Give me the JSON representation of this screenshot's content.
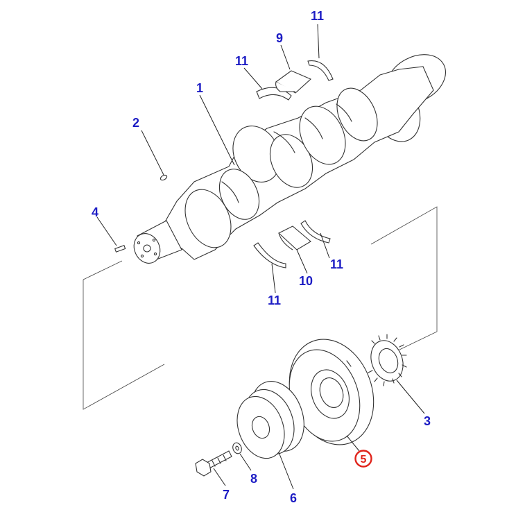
{
  "callouts": [
    {
      "id": "c1",
      "label": "1"
    },
    {
      "id": "c2",
      "label": "2"
    },
    {
      "id": "c3",
      "label": "3"
    },
    {
      "id": "c4",
      "label": "4"
    },
    {
      "id": "c5",
      "label": "5",
      "highlighted": true
    },
    {
      "id": "c6",
      "label": "6"
    },
    {
      "id": "c7",
      "label": "7"
    },
    {
      "id": "c8",
      "label": "8"
    },
    {
      "id": "c9",
      "label": "9"
    },
    {
      "id": "c10",
      "label": "10"
    },
    {
      "id": "c11a",
      "label": "11"
    },
    {
      "id": "c11b",
      "label": "11"
    },
    {
      "id": "c11c",
      "label": "11"
    },
    {
      "id": "c11d",
      "label": "11"
    }
  ],
  "colors": {
    "callout": "#1c1cc4",
    "highlight": "#e0241b",
    "linework": "#333333"
  }
}
